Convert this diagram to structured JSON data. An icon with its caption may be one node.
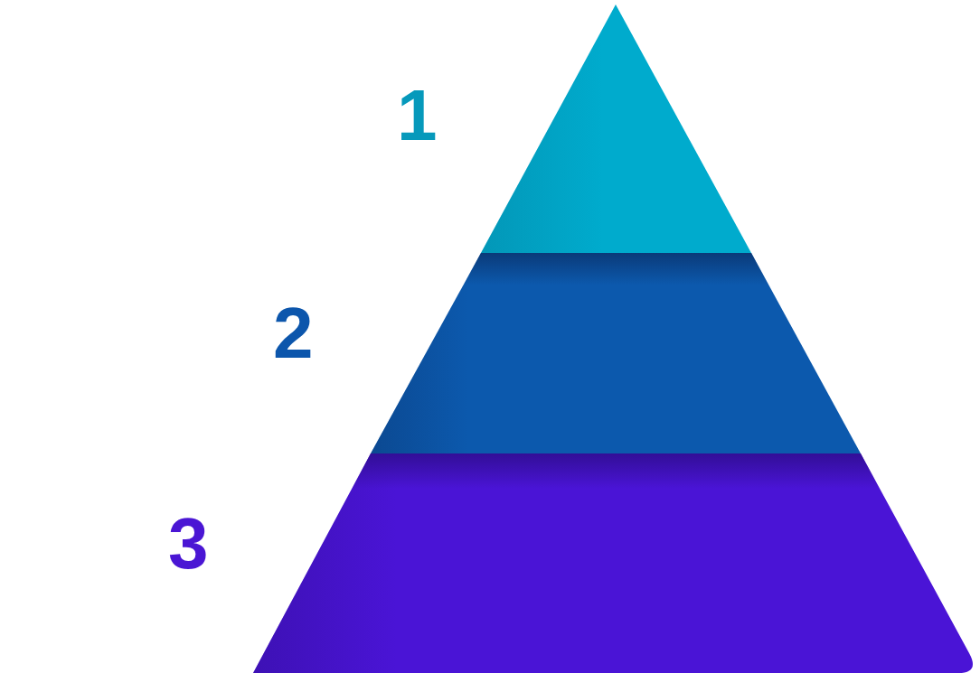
{
  "diagram": {
    "nodes": [
      {
        "text": [],
        "shape": "triangle",
        "beside": [
          "1"
        ]
      },
      {
        "text": [],
        "shape": "trapezoid",
        "beside": [
          "2"
        ]
      },
      {
        "text": [],
        "shape": "trapezoid",
        "beside": [
          "3"
        ]
      }
    ]
  }
}
